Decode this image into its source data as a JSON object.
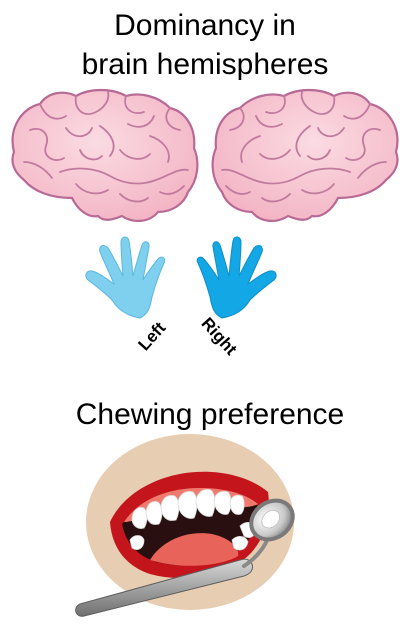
{
  "title": {
    "line1": "Dominancy in",
    "line2": "brain hemispheres"
  },
  "hands": {
    "left_label": "Left",
    "right_label": "Right"
  },
  "chewing": {
    "title": "Chewing preference"
  },
  "colors": {
    "brain_fill": "#f6c3cf",
    "brain_outline": "#b76a95",
    "left_hand": "#7fd0ef",
    "right_hand": "#13a7e6",
    "oval_bg": "#e7cdb1",
    "lips": "#c4141c",
    "gums": "#f07a6e",
    "tongue": "#e8635a",
    "teeth": "#ffffff",
    "mirror_handle": "#9a9a9a"
  },
  "icons": {
    "left_brain": "left-hemisphere-brain-icon",
    "right_brain": "right-hemisphere-brain-icon",
    "left_hand": "left-hand-icon",
    "right_hand": "right-hand-icon",
    "mouth": "open-mouth-icon",
    "dental_mirror": "dental-mirror-icon"
  }
}
